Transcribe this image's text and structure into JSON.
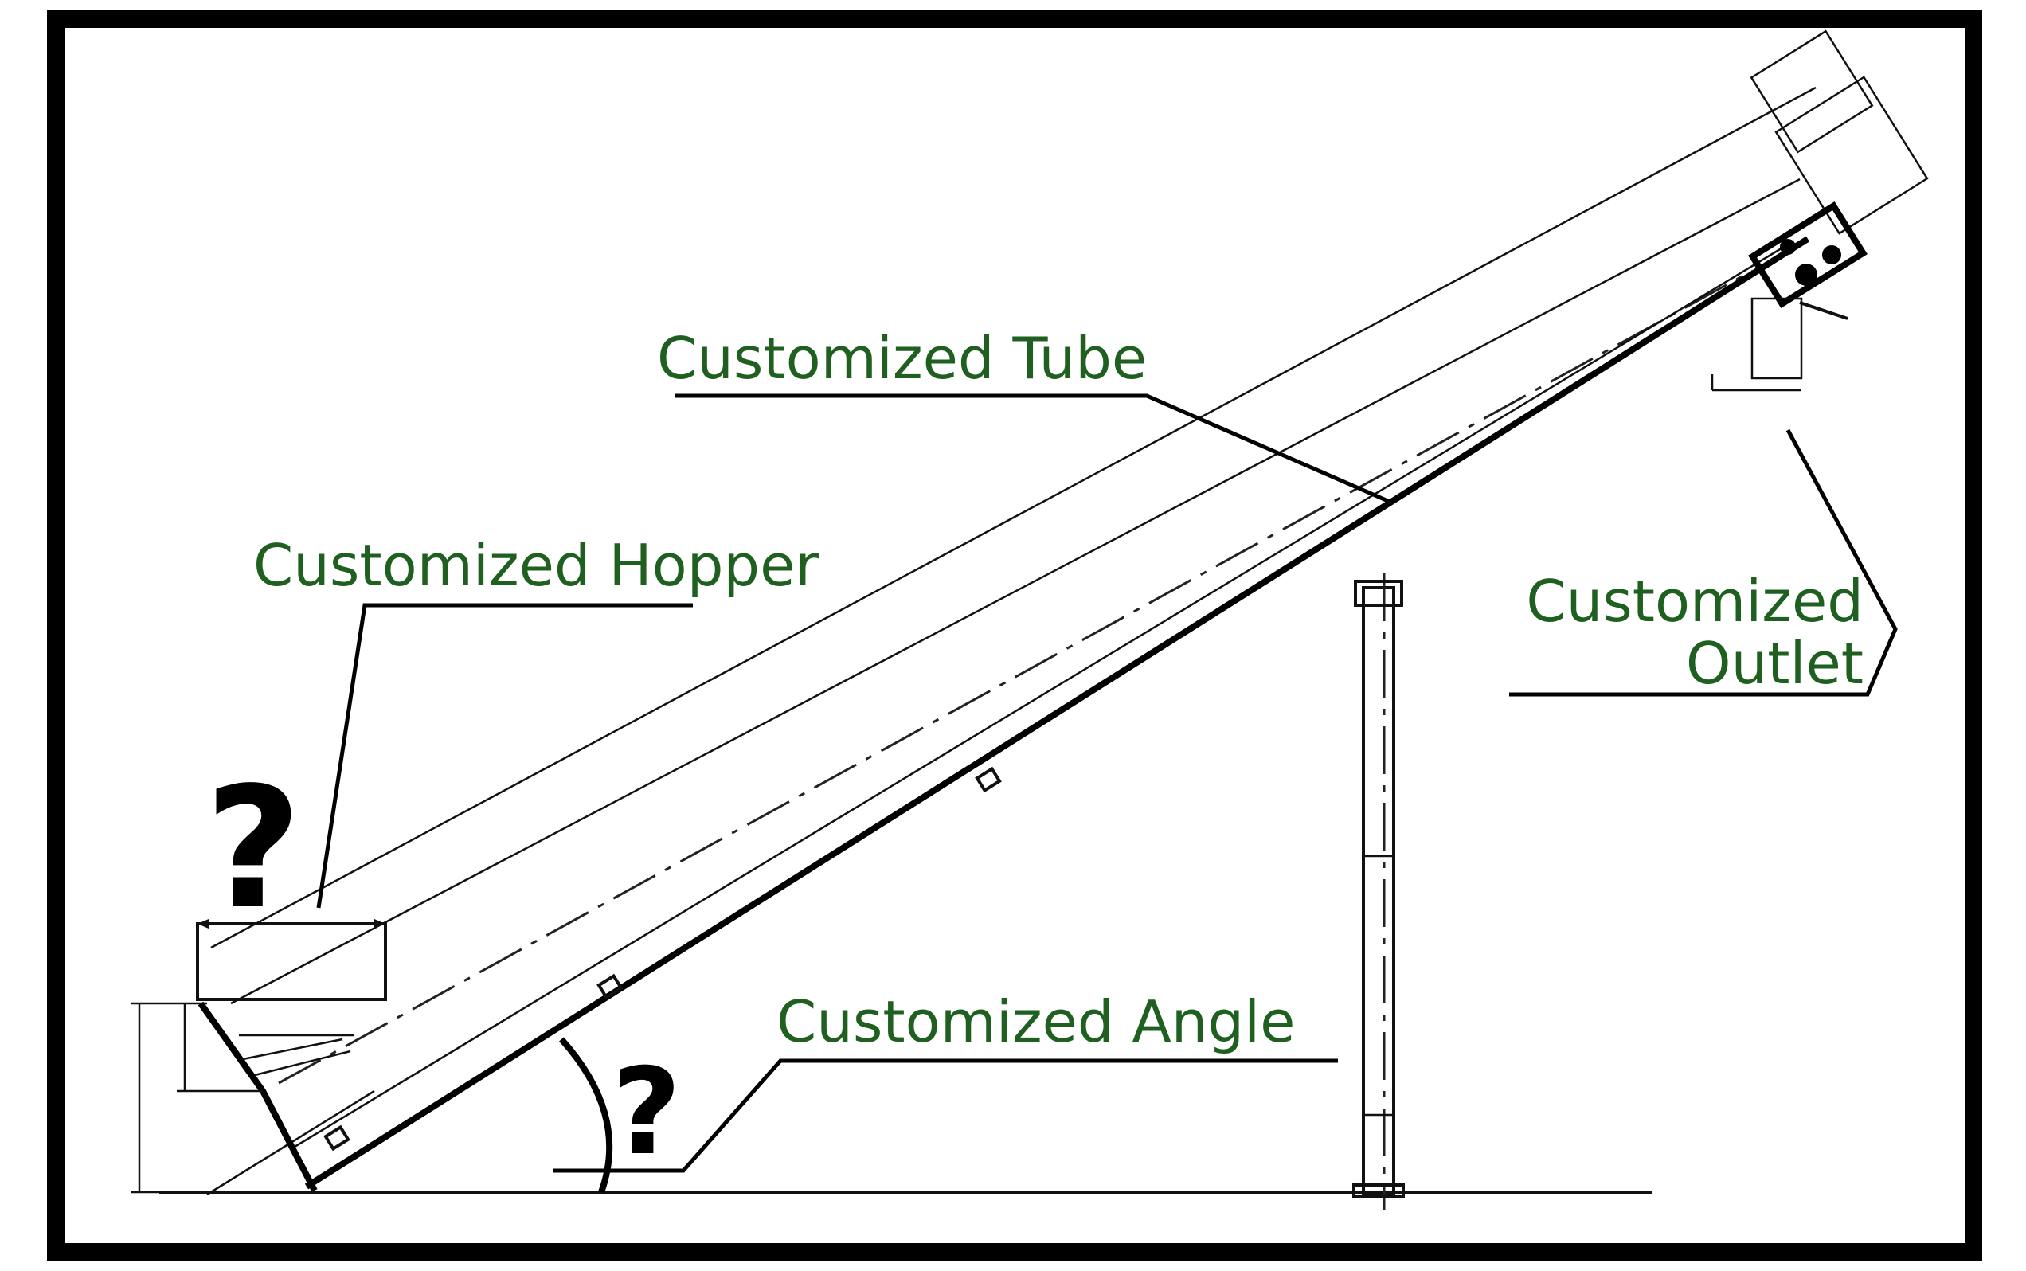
{
  "diagram": {
    "labels": {
      "tube": "Customized Tube",
      "hopper": "Customized Hopper",
      "outlet_line1": "Customized",
      "outlet_line2": "Outlet",
      "angle": "Customized Angle"
    },
    "markers": {
      "hopper_question": "?",
      "angle_question": "?"
    },
    "colors": {
      "label_text": "#1f5f1f",
      "line": "#000000",
      "frame": "#000000",
      "background": "#ffffff"
    }
  }
}
